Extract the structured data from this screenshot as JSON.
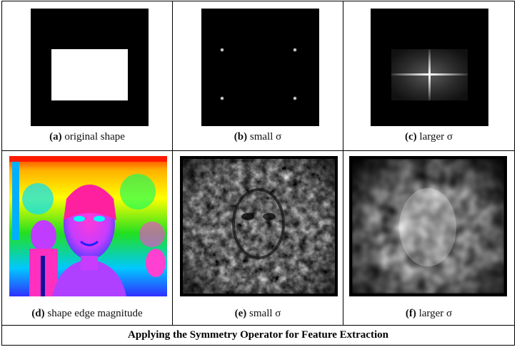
{
  "panels": {
    "a": {
      "letter": "(a)",
      "text": " original shape"
    },
    "b": {
      "letter": "(b)",
      "text": " small σ"
    },
    "c": {
      "letter": "(c)",
      "text": " larger σ"
    },
    "d": {
      "letter": "(d)",
      "text": " shape edge magnitude"
    },
    "e": {
      "letter": "(e)",
      "text": " small σ"
    },
    "f": {
      "letter": "(f)",
      "text": " larger σ"
    }
  },
  "footer": {
    "title": "Applying the Symmetry Operator for Feature Extraction"
  }
}
